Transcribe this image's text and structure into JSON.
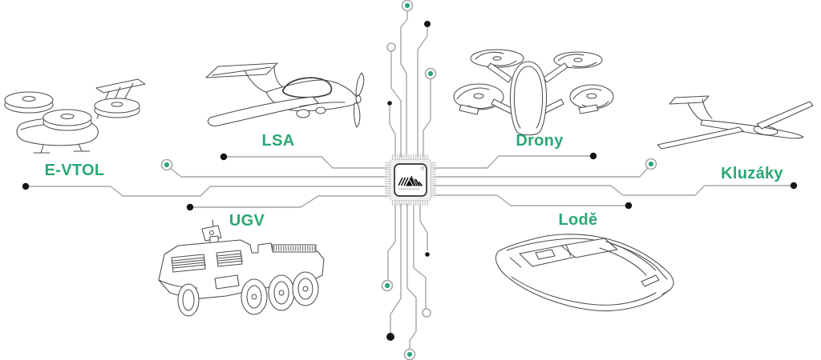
{
  "colors": {
    "accent_green": "#2aa876",
    "trace_gray": "#a6a6a6",
    "node_black": "#151515",
    "sketch_gray": "#4d4d4d",
    "chip_pin_gray": "#c6c6c6",
    "chip_body_gray": "#f0f0f0",
    "chip_border_dark": "#2f2f2f"
  },
  "chip": {
    "icon": "microchip-icon",
    "logo_icon": "hatched-mountain-logo"
  },
  "categories": [
    {
      "id": "evtol",
      "label": "E-VTOL",
      "icon": "evtol-air-taxi-sketch"
    },
    {
      "id": "lsa",
      "label": "LSA",
      "icon": "light-sport-aircraft-sketch"
    },
    {
      "id": "drony",
      "label": "Drony",
      "icon": "quadcopter-drone-sketch"
    },
    {
      "id": "kluzaky",
      "label": "Kluzáky",
      "icon": "glider-sketch"
    },
    {
      "id": "ugv",
      "label": "UGV",
      "icon": "unmanned-ground-vehicle-sketch"
    },
    {
      "id": "lode",
      "label": "Lodě",
      "icon": "speedboat-sketch"
    }
  ]
}
